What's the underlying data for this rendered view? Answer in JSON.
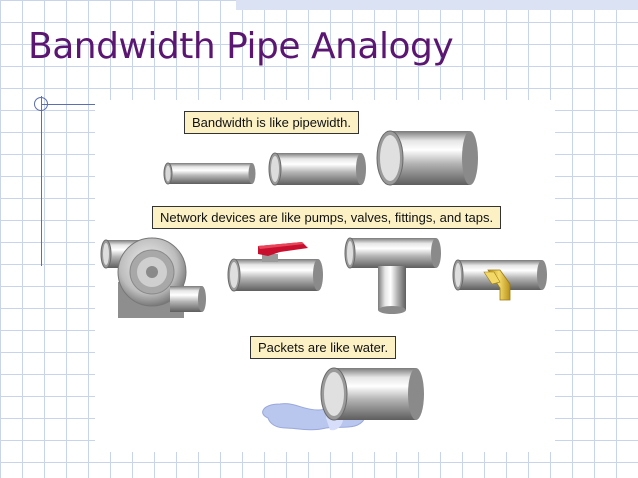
{
  "slide": {
    "title": "Bandwidth Pipe Analogy"
  },
  "diagram": {
    "labels": {
      "bandwidth": "Bandwidth is like pipewidth.",
      "devices": "Network devices are like pumps, valves, fittings, and taps.",
      "packets": "Packets are like water."
    },
    "items": [
      {
        "name": "narrow-pipe"
      },
      {
        "name": "medium-pipe"
      },
      {
        "name": "wide-pipe"
      },
      {
        "name": "pump"
      },
      {
        "name": "valve"
      },
      {
        "name": "tee-fitting"
      },
      {
        "name": "tap"
      },
      {
        "name": "pipe-with-water"
      }
    ],
    "colors": {
      "pipe_metal": "#b8b8b8",
      "valve_handle": "#c8102e",
      "tap_fitting": "#e8c23a",
      "water": "#b9c6ee",
      "label_background": "#fbf1c5",
      "title_text": "#5a1670"
    }
  }
}
